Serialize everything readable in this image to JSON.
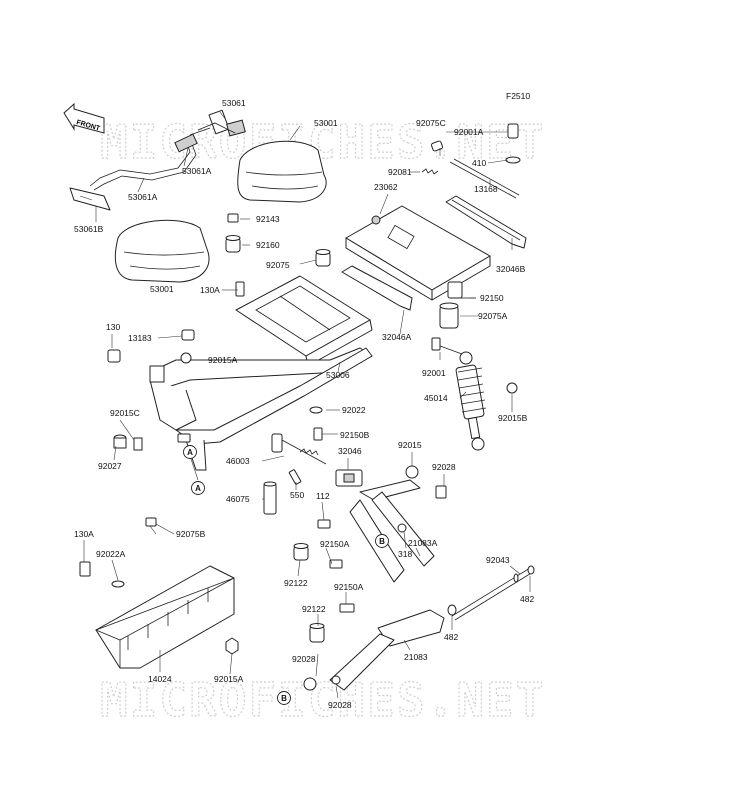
{
  "figure_code": "F2510",
  "front_marker": "FRONT",
  "watermark": "MICROFICHES.NET",
  "ref_marks": [
    "A",
    "A",
    "B",
    "B"
  ],
  "part_labels": [
    "53061",
    "53001",
    "92075C",
    "92001A",
    "53061A",
    "410",
    "92081",
    "13168",
    "23062",
    "53061B",
    "92143",
    "92160",
    "92075",
    "32046B",
    "53001",
    "130A",
    "92150",
    "92075A",
    "130",
    "13183",
    "32046A",
    "92015A",
    "53006",
    "92001",
    "45014",
    "92015B",
    "92015C",
    "92022",
    "92150B",
    "92015",
    "92027",
    "46003",
    "32046",
    "92028",
    "46075",
    "550",
    "112",
    "92075B",
    "21083A",
    "130A",
    "92150A",
    "318",
    "92022A",
    "92043",
    "92122",
    "92150A",
    "482",
    "92122",
    "482",
    "14024",
    "92028",
    "21083",
    "92015A",
    "92028"
  ]
}
